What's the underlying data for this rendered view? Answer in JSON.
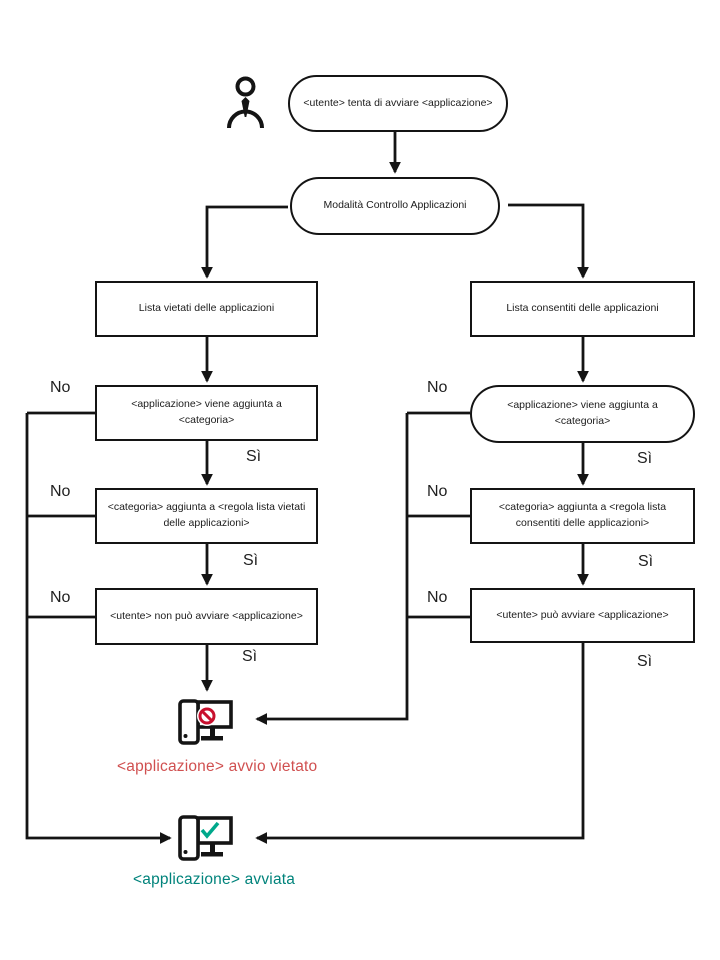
{
  "diagram": {
    "start": "<utente> tenta di avviare <applicazione>",
    "mode": "Modalità Controllo Applicazioni",
    "denylist": {
      "list": "Lista vietati delle applicazioni",
      "step_category": "<applicazione> viene aggiunta a <categoria>",
      "step_rule": "<categoria> aggiunta a <regola lista vietati delle applicazioni>",
      "step_user": "<utente> non può avviare <applicazione>"
    },
    "allowlist": {
      "list": "Lista consentiti delle applicazioni",
      "step_category": "<applicazione> viene aggiunta a <categoria>",
      "step_rule": "<categoria> aggiunta a <regola lista consentiti delle applicazioni>",
      "step_user": "<utente> può avviare <applicazione>"
    },
    "labels": {
      "no": "No",
      "yes": "Sì"
    },
    "outcomes": {
      "blocked": "<applicazione> avvio vietato",
      "allowed": "<applicazione> avviata"
    },
    "icons": {
      "user": "user-icon",
      "blocked_computer": "computer-blocked-icon",
      "allowed_computer": "computer-allowed-icon"
    },
    "colors": {
      "line": "#141414",
      "blocked_text": "#d05050",
      "allowed_text": "#00837b",
      "prohibition": "#c8102e",
      "check": "#00a88b"
    }
  }
}
